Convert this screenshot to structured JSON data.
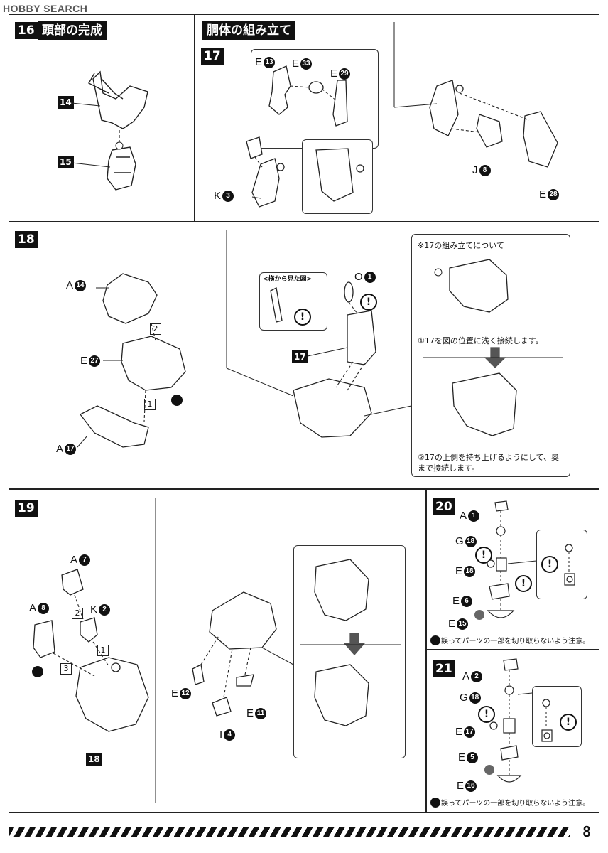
{
  "header": {
    "logo_text": "HOBBY SEARCH",
    "page_number": "8"
  },
  "step16": {
    "number": "16",
    "title": "頭部の完成",
    "parts": [
      {
        "num": "14"
      },
      {
        "num": "15"
      }
    ]
  },
  "step17": {
    "section_title": "胴体の組み立て",
    "number": "17",
    "labels": [
      {
        "letter": "E",
        "num": "13"
      },
      {
        "letter": "E",
        "num": "33"
      },
      {
        "letter": "E",
        "num": "29"
      },
      {
        "letter": "K",
        "num": "3"
      },
      {
        "letter": "J",
        "num": "8"
      },
      {
        "letter": "E",
        "num": "28"
      }
    ]
  },
  "step18": {
    "number": "18",
    "labels": [
      {
        "letter": "A",
        "num": "14"
      },
      {
        "letter": "E",
        "num": "27"
      },
      {
        "letter": "A",
        "num": "17"
      },
      {
        "letter": "O",
        "num": "1"
      }
    ],
    "steps": [
      "2",
      "1"
    ],
    "side_view_label": "<横から見た図>",
    "ref_part": "17",
    "note_title": "※17の組み立てについて",
    "note_1": "①17を図の位置に浅く接続します。",
    "note_2": "②17の上側を持ち上げるようにして、奥まで接続します。"
  },
  "step19": {
    "number": "19",
    "labels": [
      {
        "letter": "A",
        "num": "7"
      },
      {
        "letter": "A",
        "num": "8"
      },
      {
        "letter": "K",
        "num": "2"
      },
      {
        "letter": "E",
        "num": "12"
      },
      {
        "letter": "E",
        "num": "11"
      },
      {
        "letter": "I",
        "num": "4"
      }
    ],
    "steps": [
      "2",
      "1",
      "3"
    ],
    "ref_part": "18"
  },
  "step20": {
    "number": "20",
    "labels": [
      {
        "letter": "A",
        "num": "1"
      },
      {
        "letter": "G",
        "num": "18"
      },
      {
        "letter": "E",
        "num": "18"
      },
      {
        "letter": "E",
        "num": "6"
      },
      {
        "letter": "E",
        "num": "15"
      }
    ],
    "caution": "誤ってパーツの一部を切り取らないよう注意。"
  },
  "step21": {
    "number": "21",
    "labels": [
      {
        "letter": "A",
        "num": "2"
      },
      {
        "letter": "G",
        "num": "18"
      },
      {
        "letter": "E",
        "num": "17"
      },
      {
        "letter": "E",
        "num": "5"
      },
      {
        "letter": "E",
        "num": "16"
      }
    ],
    "caution": "誤ってパーツの一部を切り取らないよう注意。"
  },
  "warning_symbol": "!"
}
